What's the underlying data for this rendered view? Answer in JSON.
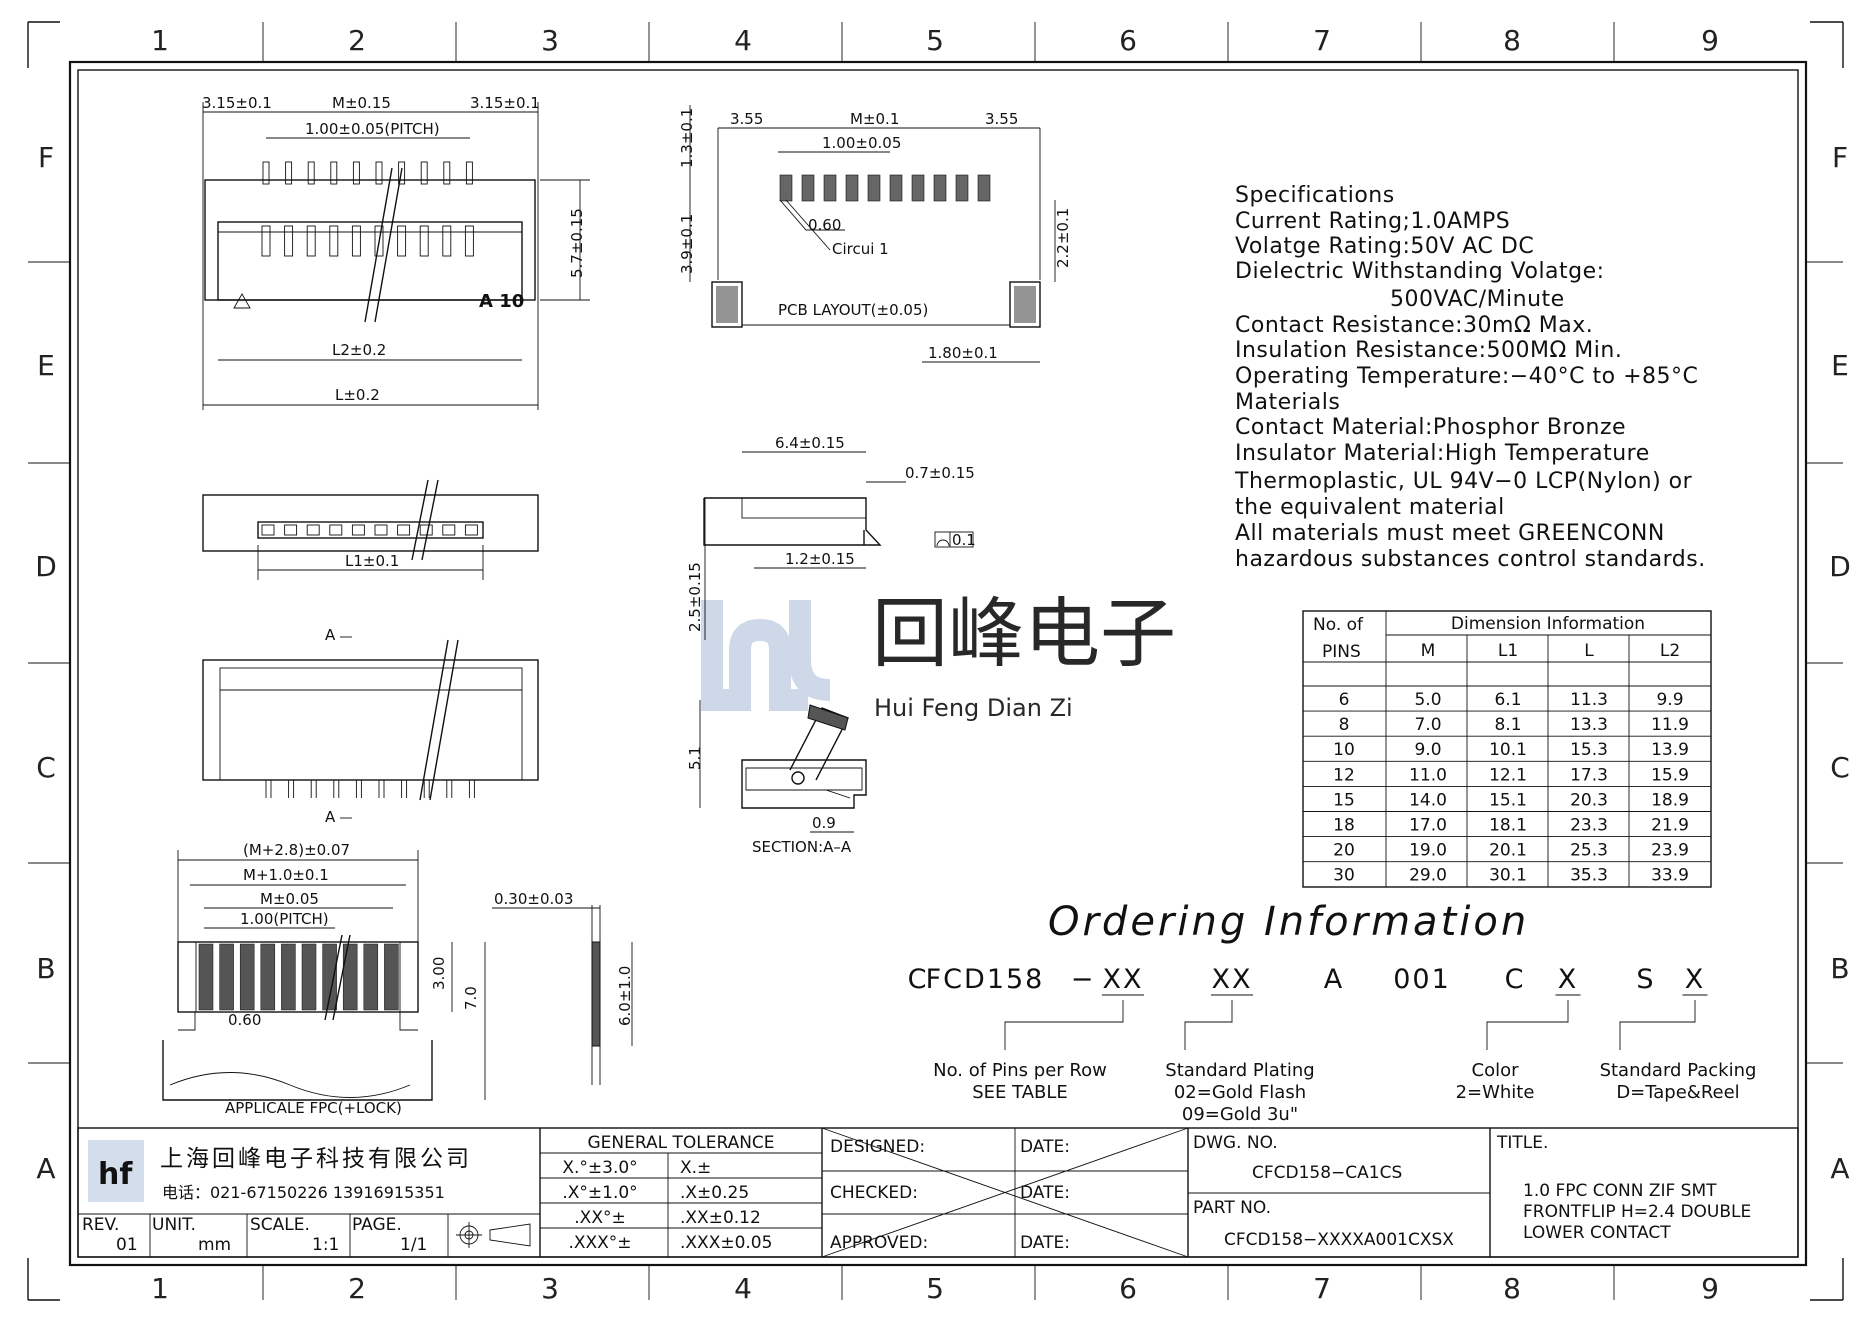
{
  "zones": {
    "columns": [
      "1",
      "2",
      "3",
      "4",
      "5",
      "6",
      "7",
      "8",
      "9"
    ],
    "rows": [
      "F",
      "E",
      "D",
      "C",
      "B",
      "A"
    ]
  },
  "views": {
    "top": {
      "dims": [
        "3.15±0.1",
        "M±0.15",
        "3.15±0.1",
        "1.00±0.05(PITCH)",
        "5.7±0.15",
        "L2±0.2",
        "L±0.2"
      ],
      "marking": "A 10"
    },
    "side": {
      "dims": [
        "L1±0.1"
      ]
    },
    "bottom": {
      "section_marks": [
        "A",
        "A"
      ]
    },
    "fpc": {
      "dims": [
        "(M+2.8)±0.07",
        "M+1.0±0.1",
        "M±0.05",
        "1.00(PITCH)",
        "0.60",
        "3.00",
        "7.0"
      ],
      "caption": "APPLICALE FPC(+LOCK)"
    },
    "fpc_side": {
      "dims": [
        "0.30±0.03",
        "6.0±1.0"
      ]
    },
    "pcb": {
      "dims": [
        "3.55",
        "M±0.1",
        "3.55",
        "1.00±0.05",
        "1.3±0.1",
        "0.60",
        "Circui 1",
        "3.9±0.1",
        "2.2±0.1",
        "1.80±0.1"
      ],
      "caption": "PCB LAYOUT(±0.05)"
    },
    "profile": {
      "dims": [
        "6.4±0.15",
        "0.7±0.15",
        "0.1",
        "1.2±0.15",
        "2.5±0.15"
      ]
    },
    "section": {
      "dims": [
        "5.1",
        "0.9"
      ],
      "caption": "SECTION:A–A"
    }
  },
  "specs": [
    "Specifications",
    "Current  Rating;1.0AMPS",
    "Volatge  Rating:50V  AC  DC",
    "Dielectric  Withstanding  Volatge:",
    "500VAC/Minute",
    "Contact  Resistance:30mΩ  Max.",
    "Insulation  Resistance:500MΩ  Min.",
    "Operating  Temperature:−40°C  to  +85°C",
    "Materials",
    "Contact  Material:Phosphor  Bronze",
    "Insulator  Material:High  Temperature",
    "Thermoplastic,  UL  94V−0  LCP(Nylon)  or",
    "the  equivalent  material",
    "All  materials  must  meet  GREENCONN",
    "hazardous  substances  control  standards."
  ],
  "dimension_table": {
    "header_left": [
      "No.  of",
      "PINS"
    ],
    "header_group": "Dimension  Information",
    "columns": [
      "M",
      "L1",
      "L",
      "L2"
    ],
    "rows": [
      [
        "6",
        "5.0",
        "6.1",
        "11.3",
        "9.9"
      ],
      [
        "8",
        "7.0",
        "8.1",
        "13.3",
        "11.9"
      ],
      [
        "10",
        "9.0",
        "10.1",
        "15.3",
        "13.9"
      ],
      [
        "12",
        "11.0",
        "12.1",
        "17.3",
        "15.9"
      ],
      [
        "15",
        "14.0",
        "15.1",
        "20.3",
        "18.9"
      ],
      [
        "18",
        "17.0",
        "18.1",
        "23.3",
        "21.9"
      ],
      [
        "20",
        "19.0",
        "20.1",
        "25.3",
        "23.9"
      ],
      [
        "30",
        "29.0",
        "30.1",
        "35.3",
        "33.9"
      ]
    ]
  },
  "watermark": {
    "text": "回峰电子",
    "pinyin": "Hui Feng Dian Zi",
    "color": "#c9d4e6"
  },
  "ordering": {
    "title": "Ordering  Information",
    "segments": [
      "C",
      "FCD158",
      "−",
      "XX",
      "XX",
      "A",
      "001",
      "C",
      "X",
      "S",
      "X"
    ],
    "notes": [
      {
        "lines": [
          "No.  of  Pins  per  Row",
          "SEE  TABLE"
        ]
      },
      {
        "lines": [
          "Standard  Plating",
          "02=Gold  Flash",
          "09=Gold  3u\""
        ]
      },
      {
        "lines": [
          "Color",
          "2=White"
        ]
      },
      {
        "lines": [
          "Standard  Packing",
          "D=Tape&Reel"
        ]
      }
    ]
  },
  "titleblock": {
    "company": "上海回峰电子科技有限公司",
    "contact": "电话：021-67150226  13916915351",
    "rev_label": "REV.",
    "rev": "01",
    "unit_label": "UNIT.",
    "unit": "mm",
    "scale_label": "SCALE.",
    "scale": "1:1",
    "page_label": "PAGE.",
    "page": "1/1",
    "tolerance_title": "GENERAL  TOLERANCE",
    "tolerances": [
      [
        "X.°±3.0°",
        "X.±"
      ],
      [
        ".X°±1.0°",
        ".X±0.25"
      ],
      [
        ".XX°±",
        ".XX±0.12"
      ],
      [
        ".XXX°±",
        ".XXX±0.05"
      ]
    ],
    "designed": "DESIGNED:",
    "checked": "CHECKED:",
    "approved": "APPROVED:",
    "date": "DATE:",
    "dwg_label": "DWG.  NO.",
    "dwg_no": "CFCD158−CA1CS",
    "part_label": "PART  NO.",
    "part_no": "CFCD158−XXXXA001CXSX",
    "title_label": "TITLE.",
    "title_lines": [
      "1.0  FPC  CONN  ZIF  SMT",
      "FRONTFLIP  H=2.4  DOUBLE",
      "LOWER  CONTACT"
    ]
  }
}
